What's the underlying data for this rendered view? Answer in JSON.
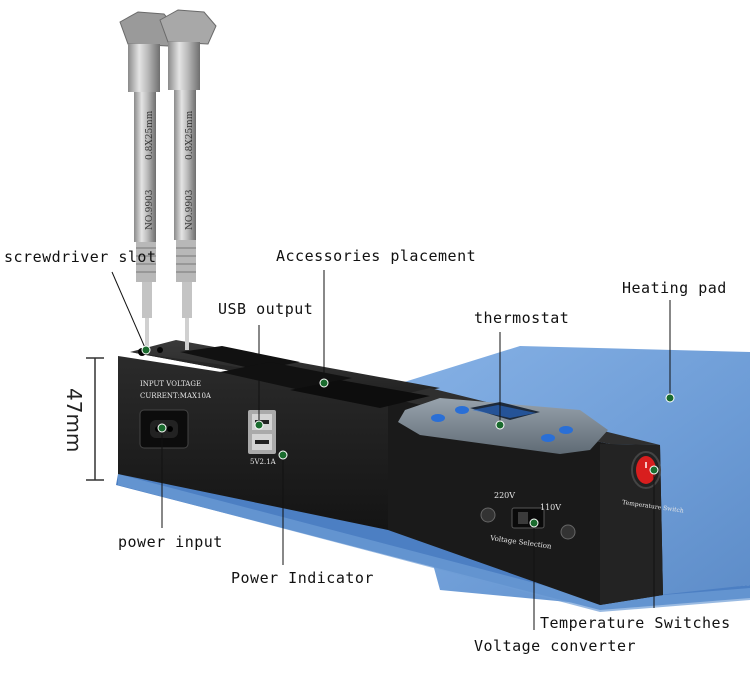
{
  "callouts": {
    "screwdriver_slot": "screwdriver slot",
    "accessories_placement": "Accessories placement",
    "usb_output": "USB output",
    "thermostat": "thermostat",
    "heating_pad": "Heating pad",
    "power_input": "power input",
    "power_indicator": "Power Indicator",
    "temperature_switches": "Temperature Switches",
    "voltage_converter": "Voltage converter"
  },
  "dimension": {
    "height": "47mm"
  },
  "device_print": {
    "input_voltage": "INPUT VOLTAGE",
    "current": "CURRENT:MAX10A",
    "usb_rating": "5V2.1A",
    "v220": "220V",
    "v110": "110V",
    "voltage_selection": "Voltage Selection",
    "temp_switch": "Temperature Switch"
  },
  "screwdriver_print": {
    "model": "NO.9903",
    "size": "0.8X25mm"
  },
  "colors": {
    "device_body": "#1e1e1e",
    "heating_pad": "#6f9fd8",
    "callout_dot": "#1a6b2e",
    "thermostat_panel": "#7d8994",
    "display_blue": "#2a6fd6",
    "switch_red": "#d81e1e"
  }
}
